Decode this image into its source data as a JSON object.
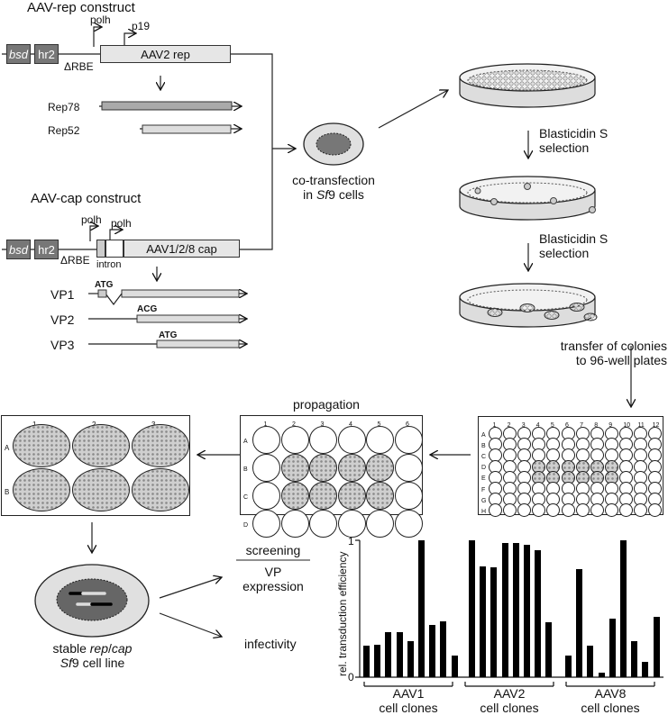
{
  "rep_construct": {
    "title": "AAV-rep construct",
    "bsd": "bsd",
    "hr2": "hr2",
    "polh": "polh",
    "p19": "p19",
    "delta_rbe": "ΔRBE",
    "gene": "AAV2 rep",
    "products": [
      "Rep78",
      "Rep52"
    ]
  },
  "cap_construct": {
    "title": "AAV-cap construct",
    "bsd": "bsd",
    "hr2": "hr2",
    "polh_1": "polh",
    "polh_2": "polh",
    "delta_rbe": "ΔRBE",
    "intron": "intron",
    "gene": "AAV1/2/8 cap",
    "products": [
      {
        "name": "VP1",
        "start": "ATG"
      },
      {
        "name": "VP2",
        "start": "ACG"
      },
      {
        "name": "VP3",
        "start": "ATG"
      }
    ]
  },
  "cotransfection": {
    "line1": "co-transfection",
    "line2_pre": "in ",
    "line2_it": "Sf",
    "line2_post": "9 cells"
  },
  "selection_1": {
    "line1": "Blasticidin S",
    "line2": "selection"
  },
  "selection_2": {
    "line1": "Blasticidin S",
    "line2": "selection"
  },
  "transfer": {
    "line1": "transfer of colonies",
    "line2": "to 96-well plates"
  },
  "propagation": "propagation",
  "plate96": {
    "cols": [
      "1",
      "2",
      "3",
      "4",
      "5",
      "6",
      "7",
      "8",
      "9",
      "10",
      "11",
      "12"
    ],
    "rows": [
      "A",
      "B",
      "C",
      "D",
      "E",
      "F",
      "G",
      "H"
    ]
  },
  "plate24": {
    "cols": [
      "1",
      "2",
      "3",
      "4",
      "5",
      "6"
    ],
    "rows": [
      "A",
      "B",
      "C",
      "D"
    ]
  },
  "plate6": {
    "cols": [
      "1",
      "2",
      "3"
    ],
    "rows": [
      "A",
      "B"
    ]
  },
  "stable_line": {
    "l1_it1": "rep",
    "l1_mid": "/",
    "l1_it2": "cap",
    "l1_pre": "stable ",
    "l2_it": "Sf",
    "l2_post": "9 cell line"
  },
  "screening": {
    "top": "screening",
    "bottom": "VP",
    "bottom2": "expression",
    "infectivity": "infectivity"
  },
  "chart_data": {
    "type": "bar",
    "ylabel": "rel. transduction efficiency",
    "ylim": [
      0,
      1
    ],
    "yticks": [
      "0",
      "1"
    ],
    "groups": [
      {
        "label": "AAV1",
        "sublabel": "cell clones",
        "values": [
          0.23,
          0.24,
          0.33,
          0.33,
          0.26,
          1.0,
          0.38,
          0.41,
          0.16
        ]
      },
      {
        "label": "AAV2",
        "sublabel": "cell clones",
        "values": [
          1.0,
          0.81,
          0.8,
          0.98,
          0.98,
          0.97,
          0.93,
          0.4
        ]
      },
      {
        "label": "AAV8",
        "sublabel": "cell clones",
        "values": [
          0.16,
          0.79,
          0.23,
          0.03,
          0.43,
          1.0,
          0.26,
          0.11,
          0.44
        ]
      }
    ]
  }
}
